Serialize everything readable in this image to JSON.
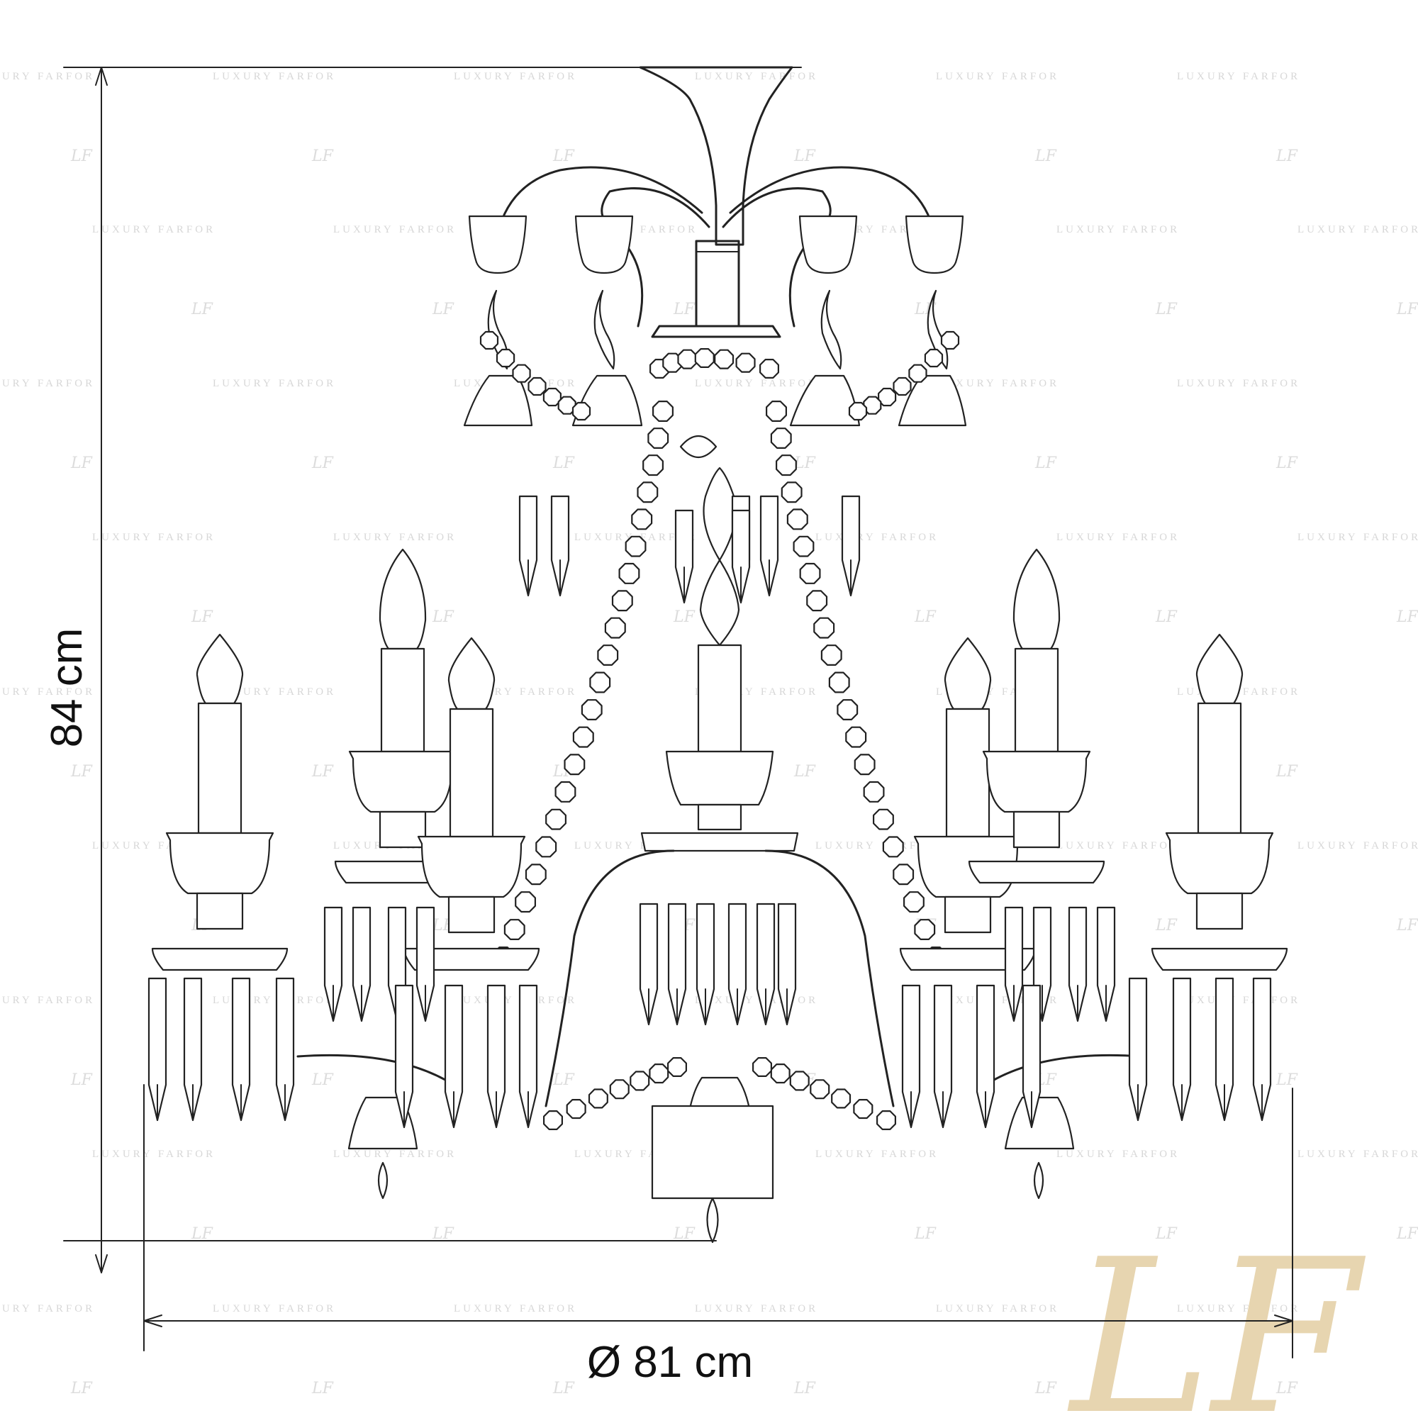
{
  "dimensions": {
    "height_label": "84 cm",
    "diameter_label": "Ø 81 cm"
  },
  "watermark": {
    "text": "LUXURY FARFOR",
    "monogram": "LF"
  },
  "logo": {
    "letters": "LF",
    "color": "#e7d5b0"
  },
  "colors": {
    "line": "#222222",
    "watermark": "#d7d7d7",
    "background": "#ffffff"
  }
}
